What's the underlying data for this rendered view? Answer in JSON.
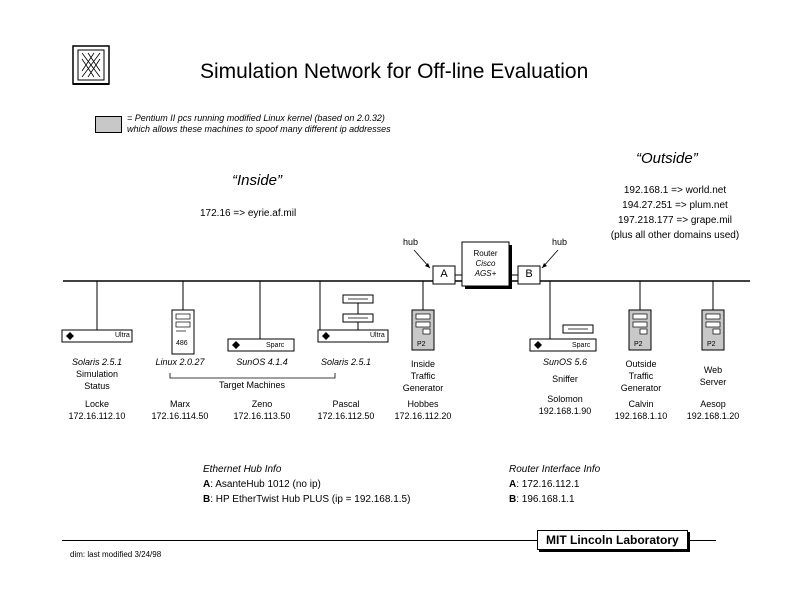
{
  "title": "Simulation Network for Off-line Evaluation",
  "legend": {
    "line1": "= Pentium II pcs running modified Linux kernel (based on 2.0.32)",
    "line2": "which allows these machines to spoof many different ip addresses"
  },
  "inside": {
    "heading": "“Inside”",
    "domain": "172.16  =>  eyrie.af.mil"
  },
  "outside": {
    "heading": "“Outside”",
    "domains": [
      "192.168.1  =>  world.net",
      "194.27.251  =>  plum.net",
      "197.218.177  =>  grape.mil",
      "(plus all other domains used)"
    ]
  },
  "router": {
    "line1": "Router",
    "line2": "Cisco",
    "line3": "AGS+"
  },
  "hub_labels": {
    "a": "A",
    "b": "B",
    "left_caption": "hub",
    "right_caption": "hub"
  },
  "device_tags": {
    "ultra": "Ultra",
    "sparc": "Sparc",
    "p2": "P2",
    "486": "486"
  },
  "group_label": "Target Machines",
  "hosts": [
    {
      "os": "Solaris 2.5.1",
      "role1": "Simulation",
      "role2": "Status",
      "name": "Locke",
      "ip": "172.16.112.10"
    },
    {
      "os": "Linux 2.0.27",
      "role1": "",
      "role2": "",
      "name": "Marx",
      "ip": "172.16.114.50"
    },
    {
      "os": "SunOS 4.1.4",
      "role1": "",
      "role2": "",
      "name": "Zeno",
      "ip": "172.16.113.50"
    },
    {
      "os": "Solaris 2.5.1",
      "role1": "",
      "role2": "",
      "name": "Pascal",
      "ip": "172.16.112.50"
    },
    {
      "os": "",
      "role1": "Inside",
      "role2": "Traffic",
      "role3": "Generator",
      "name": "Hobbes",
      "ip": "172.16.112.20"
    },
    {
      "os": "SunOS 5.6",
      "role1": "Sniffer",
      "role2": "",
      "name": "Solomon",
      "ip": "192.168.1.90"
    },
    {
      "os": "",
      "role1": "Outside",
      "role2": "Traffic",
      "role3": "Generator",
      "name": "Calvin",
      "ip": "192.168.1.10"
    },
    {
      "os": "",
      "role1": "Web",
      "role2": "Server",
      "name": "Aesop",
      "ip": "192.168.1.20"
    }
  ],
  "ethernet_hub_info": {
    "heading": "Ethernet Hub Info",
    "a_key": "A",
    "a_text": ": AsanteHub 1012 (no ip)",
    "b_key": "B",
    "b_text": ": HP EtherTwist Hub PLUS (ip = 192.168.1.5)"
  },
  "router_interface_info": {
    "heading": "Router Interface Info",
    "a_key": "A",
    "a_text": ": 172.16.112.1",
    "b_key": "B",
    "b_text": ": 196.168.1.1"
  },
  "footer": {
    "org": "MIT Lincoln Laboratory",
    "modified": "dim: last modified 3/24/98"
  },
  "colors": {
    "pc_gray": "#c8c8c8",
    "line": "#000000"
  }
}
